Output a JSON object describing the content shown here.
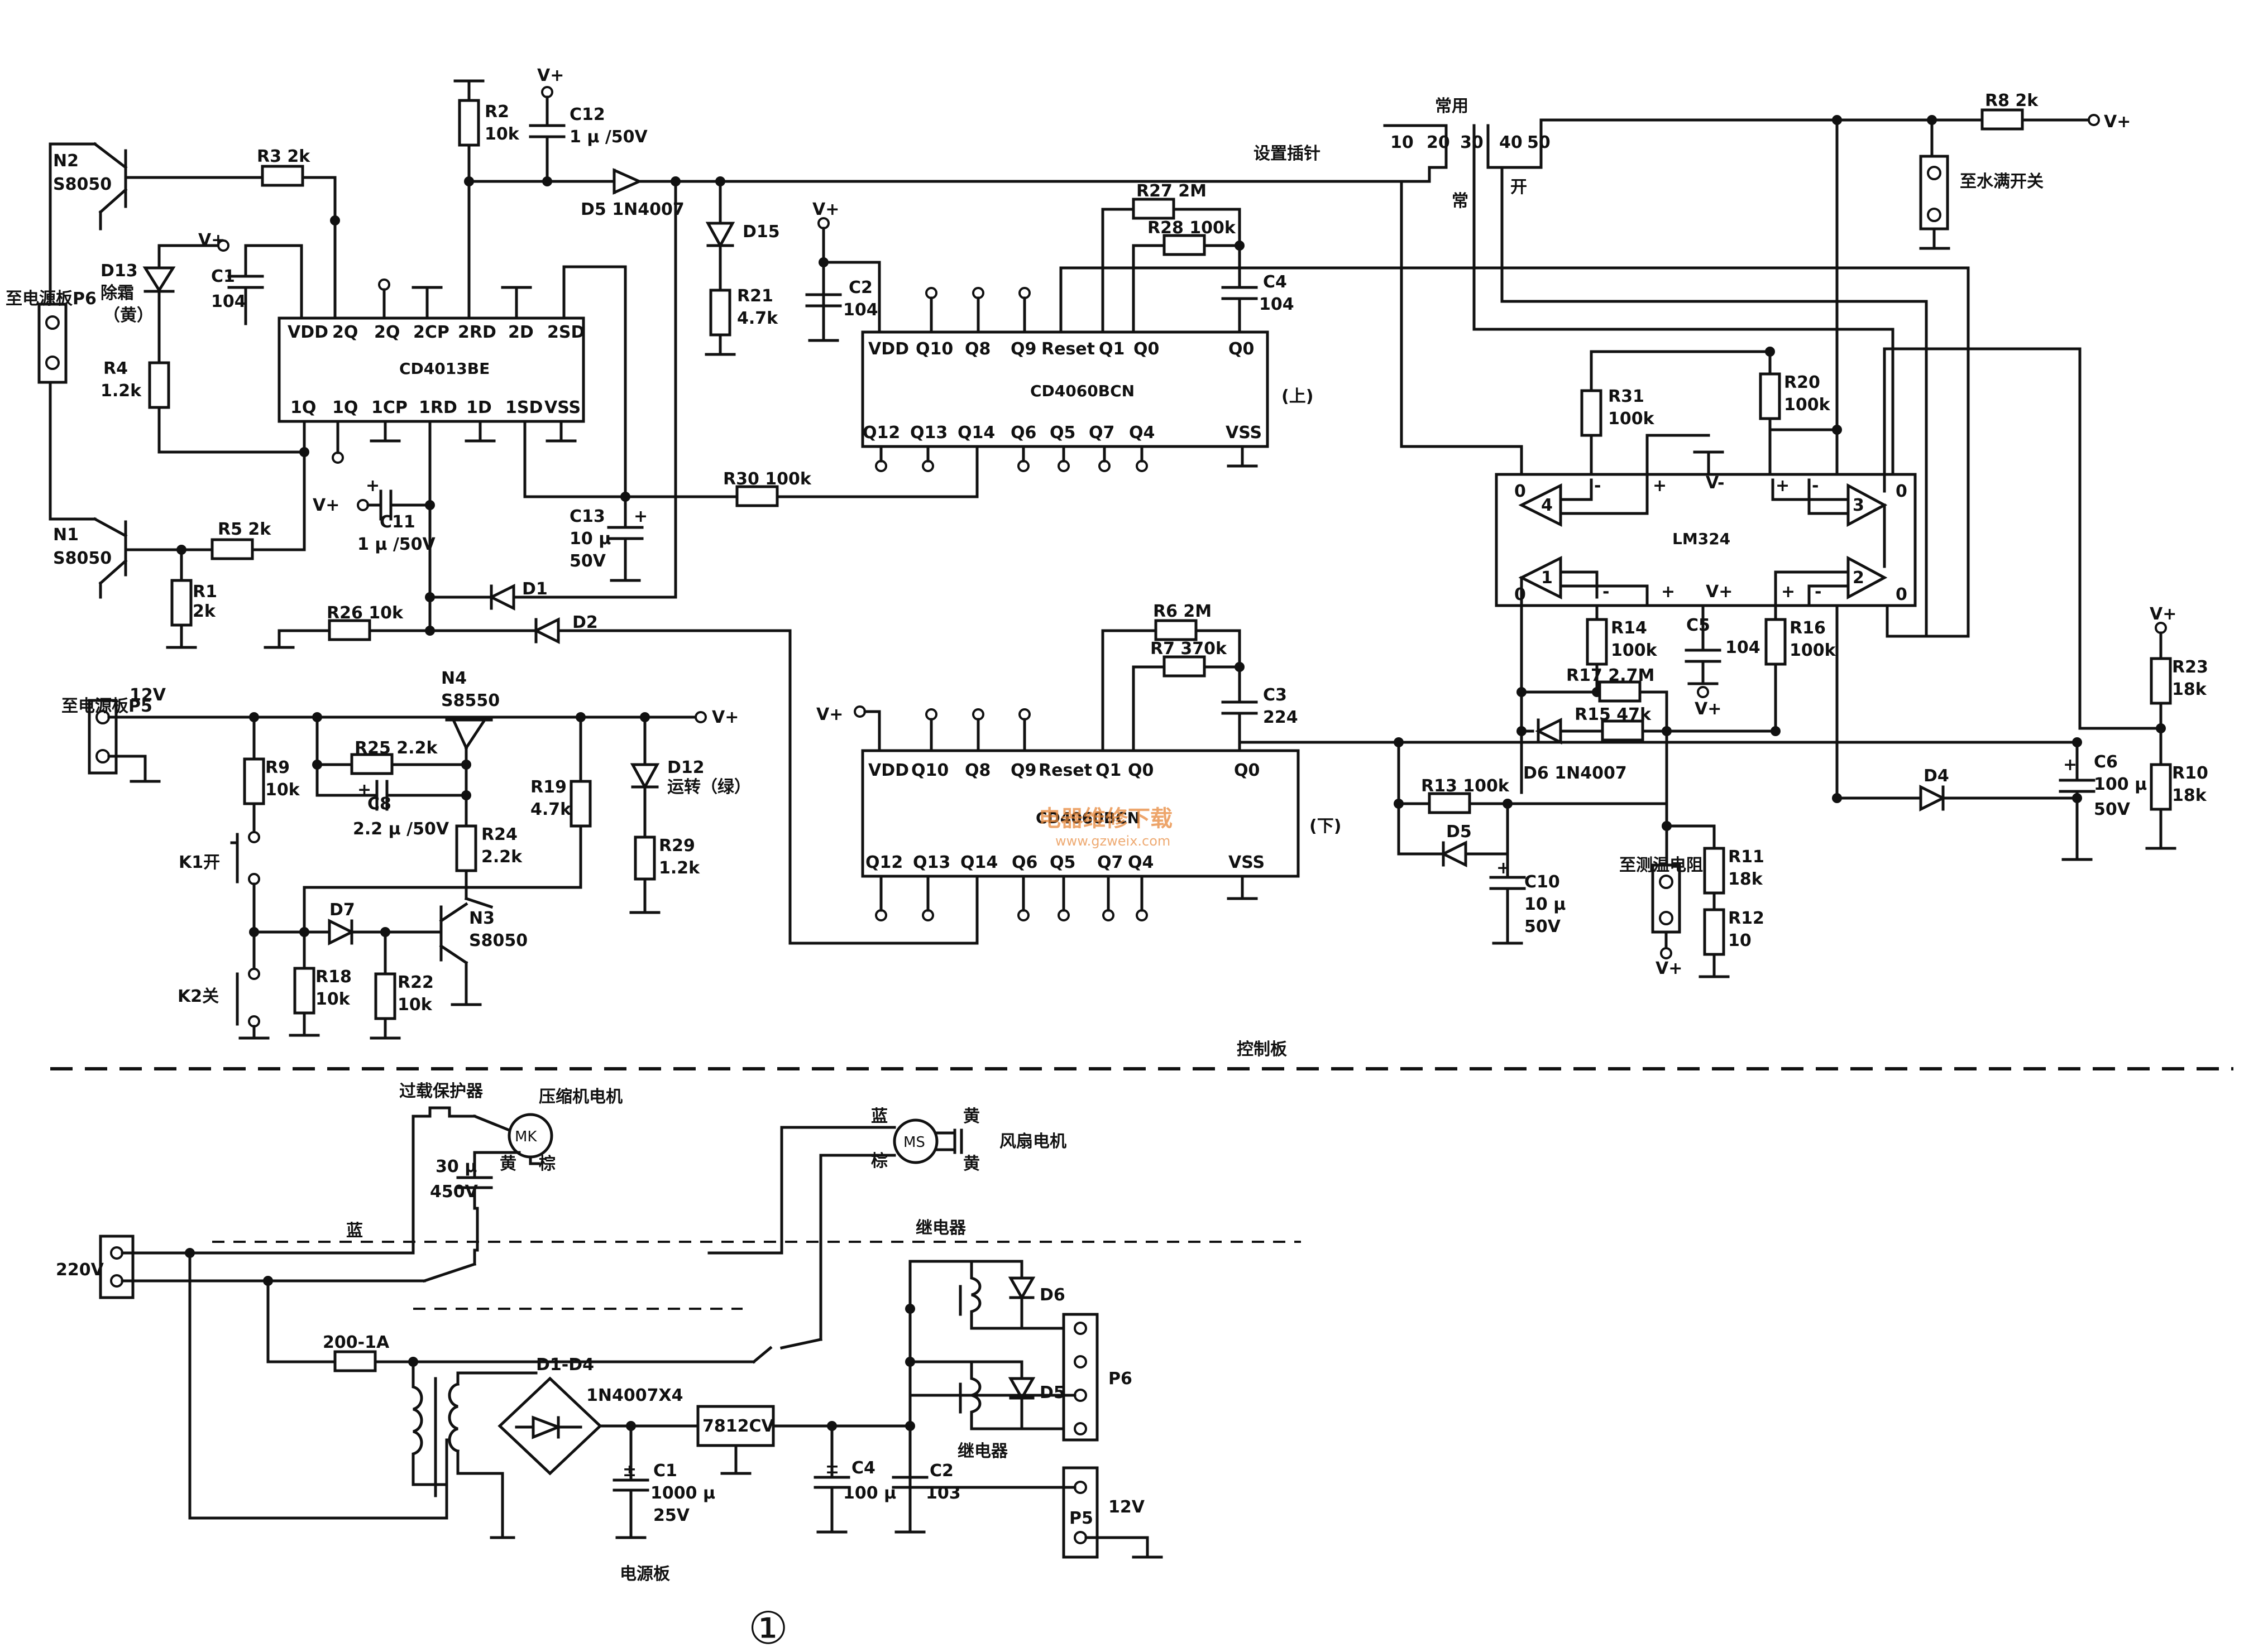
{
  "figure_number": "①",
  "watermark": {
    "line1": "电器维修下载",
    "line2": "www.gzweix.com"
  },
  "sections": {
    "control_board": "控制板",
    "power_board": "电源板"
  },
  "labels": {
    "setting_pin": "设置插针",
    "common": "常用",
    "chang": "常",
    "kai": "开",
    "to_water_full": "至水满开关",
    "to_power_p6": "至电源板P6",
    "to_power_p5": "至电源板P5",
    "to_temp_sensor": "至测温电阻",
    "v12": "12V",
    "v220": "220V",
    "overload": "过载保护器",
    "compressor": "压缩机电机",
    "fan_motor": "风扇电机",
    "relay1": "继电器",
    "relay2": "继电器",
    "blue": "蓝",
    "blue2": "蓝",
    "yellow": "黄",
    "yellow2": "黄",
    "yellow3": "黄",
    "brown": "棕",
    "brown2": "棕",
    "upper": "(上)",
    "lower": "(下)",
    "vplus": "V+",
    "vminus": "V-"
  },
  "ics": {
    "cd4013": {
      "name": "CD4013BE",
      "top_pins": [
        "VDD",
        "2Q",
        "2Q",
        "2CP",
        "2RD",
        "2D",
        "2SD"
      ],
      "bottom_pins": [
        "1Q",
        "1Q",
        "1CP",
        "1RD",
        "1D",
        "1SD",
        "VSS"
      ]
    },
    "cd4060_up": {
      "name": "CD4060BCN",
      "top_pins": [
        "VDD",
        "Q10",
        "Q8",
        "Q9",
        "Reset",
        "Q1",
        "Q0",
        "Q0"
      ],
      "bottom_pins": [
        "Q12",
        "Q13",
        "Q14",
        "Q6",
        "Q5",
        "Q7",
        "Q4",
        "VSS"
      ]
    },
    "cd4060_down": {
      "name": "CD4060BCN",
      "top_pins": [
        "VDD",
        "Q10",
        "Q8",
        "Q9",
        "Reset",
        "Q1",
        "Q0",
        "Q0"
      ],
      "bottom_pins": [
        "Q12",
        "Q13",
        "Q14",
        "Q6",
        "Q5",
        "Q7",
        "Q4",
        "VSS"
      ]
    },
    "lm324": {
      "name": "LM324"
    }
  },
  "components": {
    "N1": "N1",
    "N1v": "S8050",
    "N2": "N2",
    "N2v": "S8050",
    "N3": "N3",
    "N3v": "S8050",
    "N4": "N4",
    "N4v": "S8550",
    "R1": "R1",
    "R1v": "2k",
    "R2": "R2",
    "R2v": "10k",
    "R3": "R3  2k",
    "R4": "R4",
    "R4v": "1.2k",
    "R5": "R5  2k",
    "R8": "R8  2k",
    "R9": "R9",
    "R9v": "10k",
    "R10": "R10",
    "R10v": "18k",
    "R11": "R11",
    "R11v": "18k",
    "R12": "R12",
    "R12v": "10",
    "R13": "R13  100k",
    "R14": "R14",
    "R14v": "100k",
    "R15": "R15  47k",
    "R16": "R16",
    "R16v": "100k",
    "R17": "R17  2.7M",
    "R18": "R18",
    "R18v": "10k",
    "R19": "R19",
    "R19v": "4.7k",
    "R20": "R20",
    "R20v": "100k",
    "R21": "R21",
    "R21v": "4.7k",
    "R22": "R22",
    "R22v": "10k",
    "R23": "R23",
    "R23v": "18k",
    "R24": "R24",
    "R24v": "2.2k",
    "R25": "R25  2.2k",
    "R26": "R26  10k",
    "R27": "R27  2M",
    "R28": "R28  100k",
    "R29": "R29",
    "R29v": "1.2k",
    "R30": "R30  100k",
    "R31": "R31",
    "R31v": "100k",
    "R6": "R6  2M",
    "R7": "R7  370k",
    "C1": "C1",
    "C1v": "104",
    "C2": "C2",
    "C2v": "104",
    "C3": "C3",
    "C3v": "224",
    "C4": "C4",
    "C4v": "104",
    "C5": "C5",
    "C5v": "104",
    "C6": "C6",
    "C6v": "100 μ",
    "C6v2": "50V",
    "C8": "C8",
    "C8v": "2.2 μ /50V",
    "C10": "C10",
    "C10v": "10 μ",
    "C10v2": "50V",
    "C11": "C11",
    "C11v": "1 μ /50V",
    "C12": "C12",
    "C12v": "1 μ /50V",
    "C13": "C13",
    "C13v": "10 μ",
    "C13v2": "50V",
    "D1": "D1",
    "D2": "D2",
    "D4": "D4",
    "D5": "D5",
    "D7": "D7",
    "D5b": "D5  1N4007",
    "D6": "D6  1N4007",
    "D12": "D12",
    "D12v": "运转（绿）",
    "D13": "D13",
    "D13v": "除霜",
    "D13v2": "（黄）",
    "D15": "D15",
    "K1": "K1开",
    "K2": "K2关",
    "MK": "MK",
    "MS": "MS",
    "cap30": "30 μ",
    "cap30v": "450V",
    "fuse": "200-1A",
    "bridge": "D1-D4",
    "bridgev": "1N4007X4",
    "reg": "7812CV",
    "PC1": "C1",
    "PC1v": "1000 μ",
    "PC1v2": "25V",
    "PC4": "C4",
    "PC4v": "100 μ",
    "PC2": "C2",
    "PC2v": "103",
    "PD5": "D5",
    "PD6": "D6",
    "P5": "P5",
    "P6": "P6"
  },
  "pin_numbers": {
    "p10": "10",
    "p20": "20",
    "p30": "30",
    "p40": "40",
    "p50": "50"
  },
  "lm_pins": {
    "o0a": "0",
    "o0b": "0",
    "o0c": "0",
    "o0d": "0",
    "n1": "1",
    "n2": "2",
    "n3": "3",
    "n4": "4"
  }
}
